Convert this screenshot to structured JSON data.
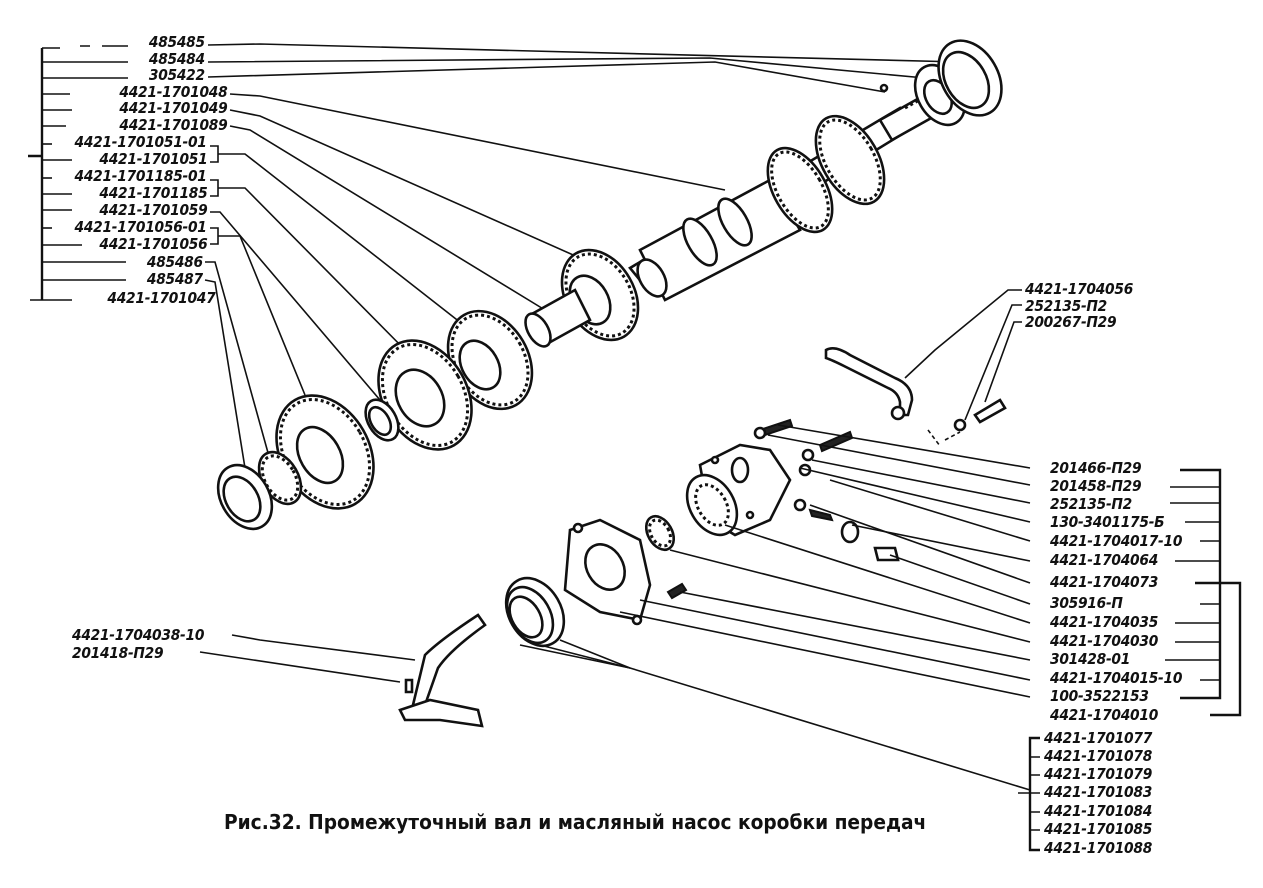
{
  "figure": {
    "caption": "Рис.32. Промежуточный вал и масляный насос коробки передач"
  },
  "labels_left": [
    "485485",
    "485484",
    "305422",
    "4421-1701048",
    "4421-1701049",
    "4421-1701089",
    "4421-1701051-01",
    "4421-1701051",
    "4421-1701185-01",
    "4421-1701185",
    "4421-1701059",
    "4421-1701056-01",
    "4421-1701056",
    "485486",
    "485487",
    "4421-1701047"
  ],
  "labels_right_top": [
    "4421-1704056",
    "252135-П2",
    "200267-П29"
  ],
  "labels_right_middle": [
    "201466-П29",
    "201458-П29",
    "252135-П2",
    "130-3401175-Б",
    "4421-1704017-10",
    "4421-1704064",
    "4421-1704073",
    "305916-П",
    "4421-1704035",
    "4421-1704030",
    "301428-01",
    "4421-1704015-10",
    "100-3522153",
    "4421-1704010"
  ],
  "labels_right_bottom": [
    "4421-1701077",
    "4421-1701078",
    "4421-1701079",
    "4421-1701083",
    "4421-1701084",
    "4421-1701085",
    "4421-1701088"
  ],
  "labels_left_bottom": [
    "4421-1704038-10",
    "201418-П29"
  ]
}
